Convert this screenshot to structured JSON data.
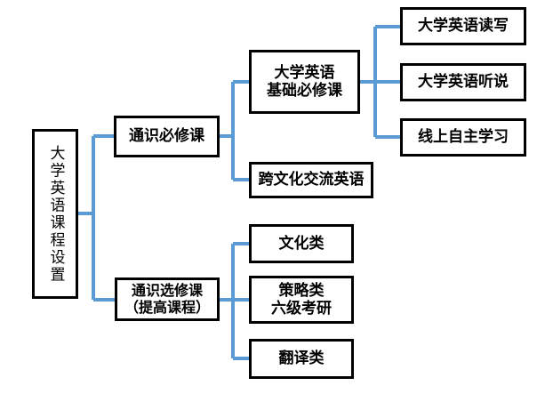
{
  "diagram": {
    "title": "大学英语课程设置",
    "type": "tree-diagram",
    "colors": {
      "connector": "#5B9BD5",
      "node_border": "#000000",
      "node_fill": "#FFFFFF",
      "text": "#000000",
      "background": "#FFFFFF"
    },
    "nodes": {
      "root": {
        "label": "大学英语课程设置",
        "orientation": "vertical"
      },
      "level2": [
        {
          "id": "tongshi-bixiu",
          "label": "通识必修课"
        },
        {
          "id": "tongshi-xuanxiu",
          "label": "通识选修课\n（提高课程）"
        }
      ],
      "level3": [
        {
          "id": "jichu-bixiu",
          "label": "大学英语\n基础必修课"
        },
        {
          "id": "kuawenhua",
          "label": "跨文化交流英语"
        },
        {
          "id": "wenhua-lei",
          "label": "文化类"
        },
        {
          "id": "celue-lei",
          "label": "策略类\n六级考研"
        },
        {
          "id": "fanyi-lei",
          "label": "翻译类"
        }
      ],
      "level4": [
        {
          "id": "duxie",
          "label": "大学英语读写"
        },
        {
          "id": "tingshuo",
          "label": "大学英语听说"
        },
        {
          "id": "zizhu-xuexi",
          "label": "线上自主学习"
        }
      ]
    }
  }
}
